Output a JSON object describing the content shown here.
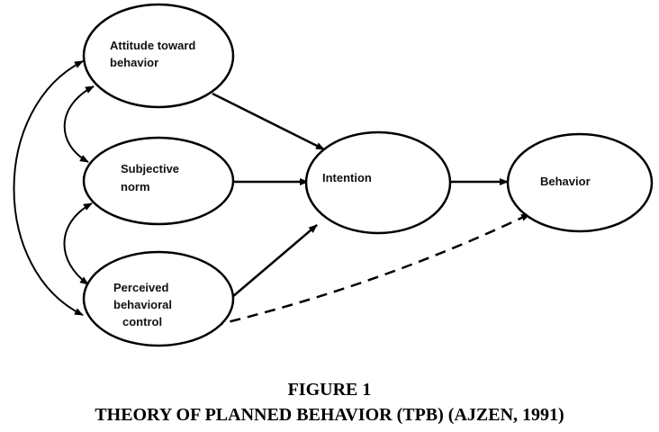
{
  "diagram": {
    "nodes": {
      "attitude": {
        "line1": "Attitude toward",
        "line2": "behavior"
      },
      "subjective": {
        "line1": "Subjective",
        "line2": "norm"
      },
      "perceived": {
        "line1": "Perceived",
        "line2": "behavioral",
        "line3": "control"
      },
      "intention": {
        "label": "Intention"
      },
      "behavior": {
        "label": "Behavior"
      }
    },
    "colors": {
      "stroke": "#000000",
      "fill": "#ffffff"
    }
  },
  "caption": {
    "figure": "FIGURE 1",
    "title": "THEORY OF PLANNED BEHAVIOR (TPB) (AJZEN, 1991)"
  }
}
